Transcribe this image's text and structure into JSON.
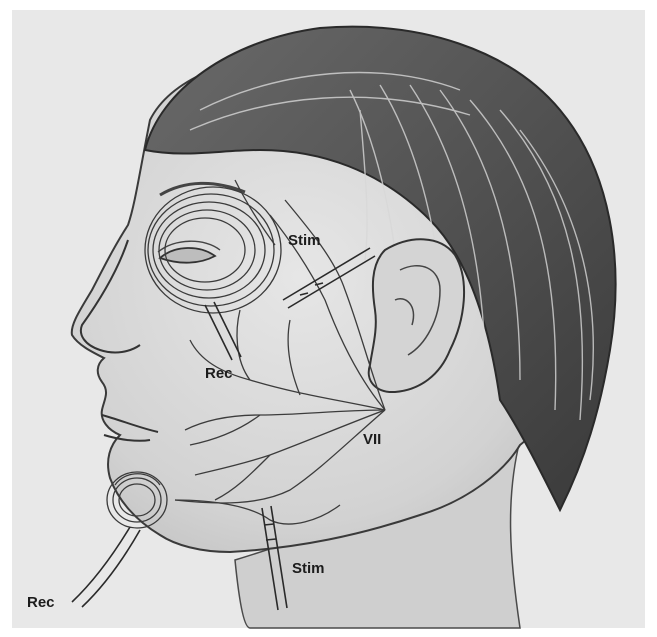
{
  "labels": {
    "stim_upper": "Stim",
    "rec_upper": "Rec",
    "vii": "VII",
    "stim_lower": "Stim",
    "rec_lower": "Rec"
  },
  "colors": {
    "background": "#e9e9e9",
    "ink": "#2a2a2a",
    "skin": "#dcdcdc"
  }
}
